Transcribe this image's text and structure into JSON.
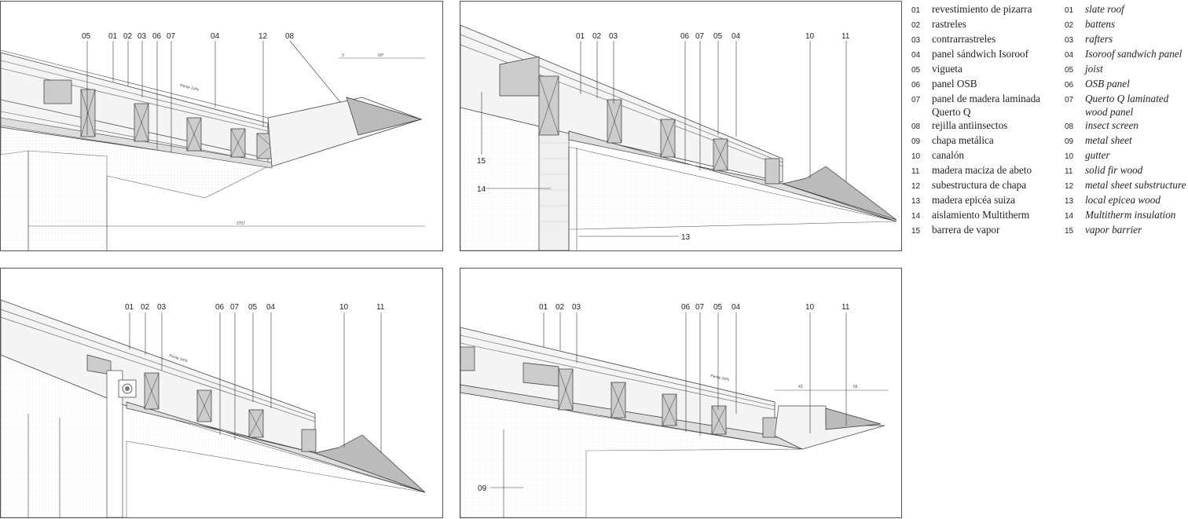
{
  "legend_es": [
    {
      "num": "01",
      "text": "revestimiento de pizarra"
    },
    {
      "num": "02",
      "text": "rastreles"
    },
    {
      "num": "03",
      "text": "contrarrastreles"
    },
    {
      "num": "04",
      "text": "panel sándwich Isoroof"
    },
    {
      "num": "05",
      "text": "vigueta"
    },
    {
      "num": "06",
      "text": "panel OSB"
    },
    {
      "num": "07",
      "text": "panel de madera laminada Querto Q"
    },
    {
      "num": "08",
      "text": "rejilla antiinsectos"
    },
    {
      "num": "09",
      "text": "chapa metálica"
    },
    {
      "num": "10",
      "text": "canalón"
    },
    {
      "num": "11",
      "text": "madera maciza de abeto"
    },
    {
      "num": "12",
      "text": "subestructura de chapa"
    },
    {
      "num": "13",
      "text": "madera epicéa suiza"
    },
    {
      "num": "14",
      "text": "aislamiento Multitherm"
    },
    {
      "num": "15",
      "text": "barrera de vapor"
    }
  ],
  "legend_en": [
    {
      "num": "01",
      "text": "slate roof"
    },
    {
      "num": "02",
      "text": "battens"
    },
    {
      "num": "03",
      "text": "rafters"
    },
    {
      "num": "04",
      "text": "Isoroof sandwich panel"
    },
    {
      "num": "05",
      "text": "joist"
    },
    {
      "num": "06",
      "text": "OSB panel"
    },
    {
      "num": "07",
      "text": "Querto Q laminated wood panel"
    },
    {
      "num": "08",
      "text": "insect screen"
    },
    {
      "num": "09",
      "text": "metal sheet"
    },
    {
      "num": "10",
      "text": "gutter"
    },
    {
      "num": "11",
      "text": "solid fir wood"
    },
    {
      "num": "12",
      "text": "metal sheet substructure"
    },
    {
      "num": "13",
      "text": "local epicea wood"
    },
    {
      "num": "14",
      "text": "Multitherm insulation"
    },
    {
      "num": "15",
      "text": "vapor barrier"
    }
  ],
  "details": {
    "d1": {
      "labels": [
        "05",
        "01",
        "02",
        "03",
        "06",
        "07",
        "04",
        "12",
        "08"
      ],
      "slope_note": "Pente 24%",
      "dims": [
        "3",
        "60*",
        "2707"
      ]
    },
    "d2": {
      "labels": [
        "01",
        "02",
        "03",
        "06",
        "07",
        "05",
        "04",
        "10",
        "11",
        "15",
        "14",
        "13"
      ]
    },
    "d3": {
      "labels": [
        "01",
        "02",
        "03",
        "06",
        "07",
        "05",
        "04",
        "10",
        "11"
      ],
      "slope_note": "Pente 24%"
    },
    "d4": {
      "labels": [
        "01",
        "02",
        "03",
        "06",
        "07",
        "05",
        "04",
        "10",
        "11",
        "09"
      ],
      "slope_note": "Pente 24%",
      "dims": [
        "43",
        "56"
      ]
    }
  }
}
